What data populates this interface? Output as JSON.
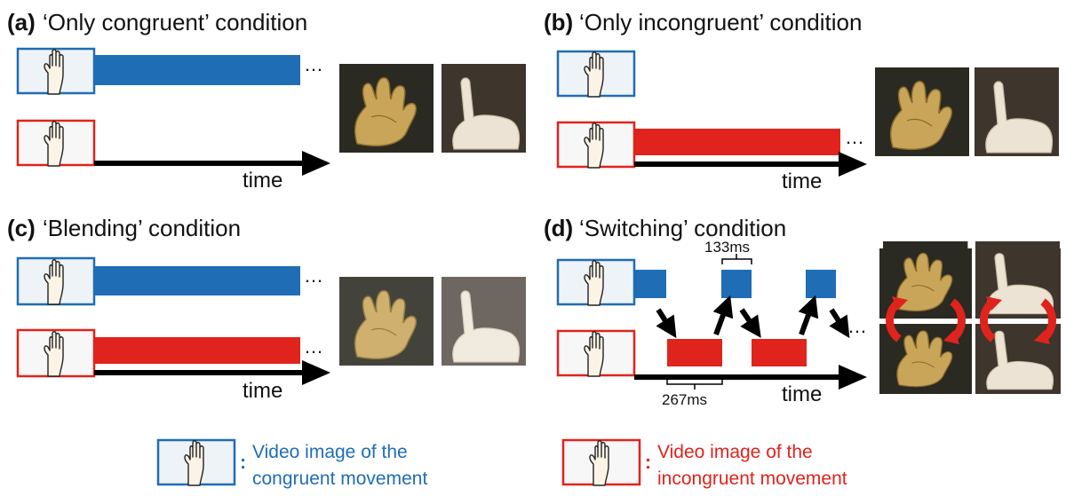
{
  "panels": {
    "a": {
      "label": "(a)",
      "title": "‘Only congruent’ condition",
      "time": "time"
    },
    "b": {
      "label": "(b)",
      "title": "‘Only  incongruent’ condition",
      "time": "time"
    },
    "c": {
      "label": "(c)",
      "title": "‘Blending’ condition",
      "time": "time"
    },
    "d": {
      "label": "(d)",
      "title": "‘Switching’ condition",
      "time": "time",
      "short_interval": "133ms",
      "long_interval": "267ms"
    }
  },
  "ellipsis": "…",
  "legend": {
    "congruent": {
      "colon": ":",
      "line1": "Video image of the",
      "line2": "congruent movement"
    },
    "incongruent": {
      "colon": ":",
      "line1": "Video image of the",
      "line2": "incongruent movement"
    }
  },
  "colors": {
    "congruent": "#1f6db5",
    "incongruent": "#e0231c",
    "axis": "#000000"
  },
  "icons": {
    "thumb": "raised-hand-icon",
    "photo": "hand-photo"
  }
}
